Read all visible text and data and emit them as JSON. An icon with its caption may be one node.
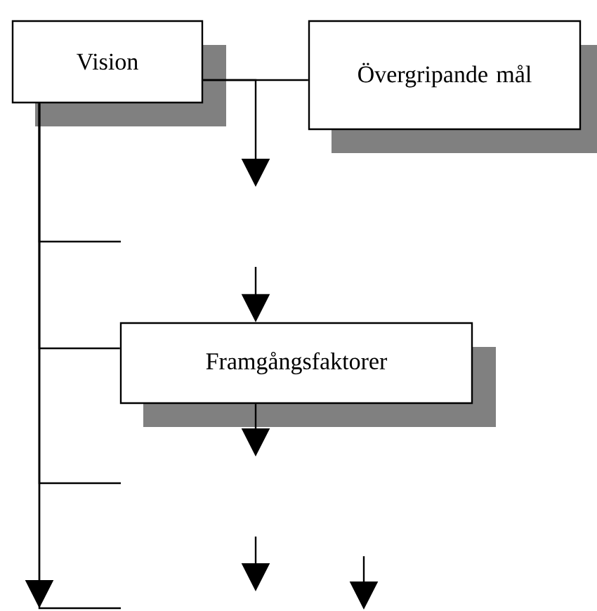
{
  "diagram": {
    "nodes": [
      {
        "text": [
          "Vision"
        ]
      },
      {
        "text": [
          "Övergripande mål"
        ]
      },
      {
        "text": [
          "Framgångsfaktorer"
        ]
      }
    ],
    "edges": [
      {
        "from": 0,
        "to": 1,
        "arrow": "none"
      },
      {
        "from": 0,
        "to": null,
        "arrow": "to"
      },
      {
        "from": null,
        "to": 2,
        "arrow": "to"
      },
      {
        "from": 2,
        "to": null,
        "arrow": "to"
      },
      {
        "from": 0,
        "to": null,
        "arrow": "to"
      },
      {
        "from": 0,
        "to": 2,
        "arrow": "none"
      },
      {
        "from": 0,
        "to": null,
        "arrow": "none"
      },
      {
        "from": 0,
        "to": null,
        "arrow": "none"
      },
      {
        "from": 0,
        "to": null,
        "arrow": "none"
      }
    ]
  }
}
